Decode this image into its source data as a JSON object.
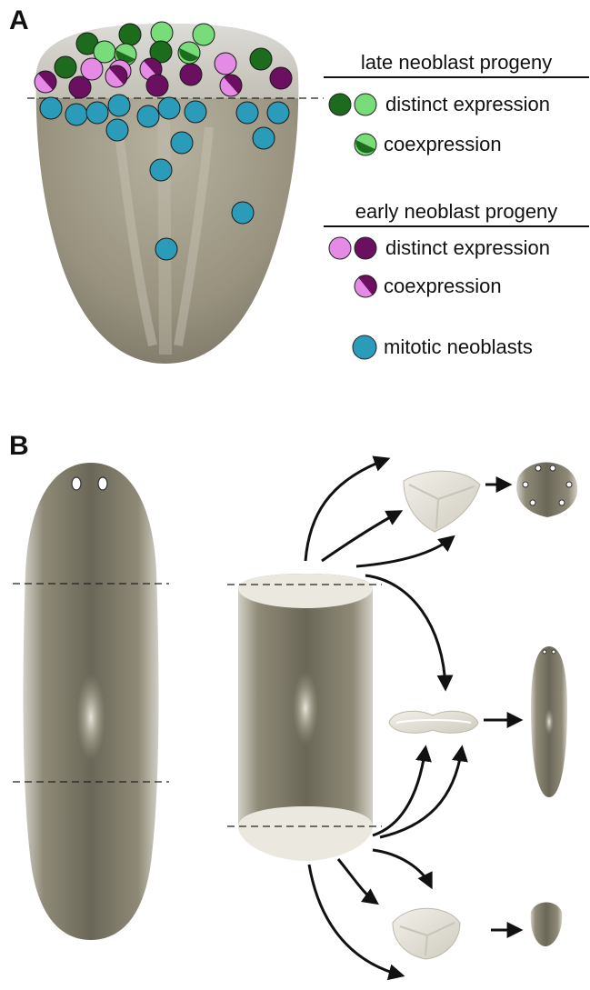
{
  "panels": {
    "a_label": "A",
    "b_label": "B"
  },
  "legend": {
    "late_title": "late neoblast progeny",
    "late_distinct": "distinct expression",
    "late_coexpression": "coexpression",
    "early_title": "early neoblast progeny",
    "early_distinct": "distinct expression",
    "early_coexpression": "coexpression",
    "mitotic": "mitotic neoblasts"
  },
  "colors": {
    "dark_green": "#1d6b1c",
    "light_green": "#79dc7a",
    "pink": "#e58be6",
    "purple": "#6b0f60",
    "teal": "#2a9bb8",
    "worm_dark": "#8b8674",
    "worm_light": "#c9c5b8",
    "fragment": "#e8e5dc"
  }
}
